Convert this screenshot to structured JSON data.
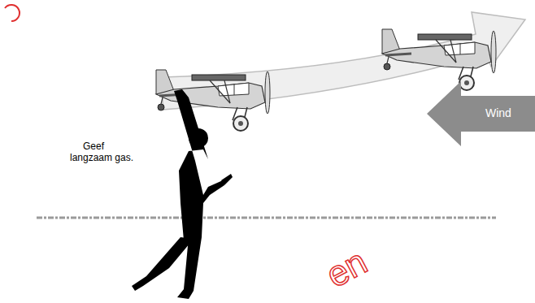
{
  "diagram": {
    "nodes": [
      {
        "text": [
          "Wind"
        ]
      }
    ],
    "labels": [
      "Geef langzaam gas.",
      "en"
    ]
  }
}
